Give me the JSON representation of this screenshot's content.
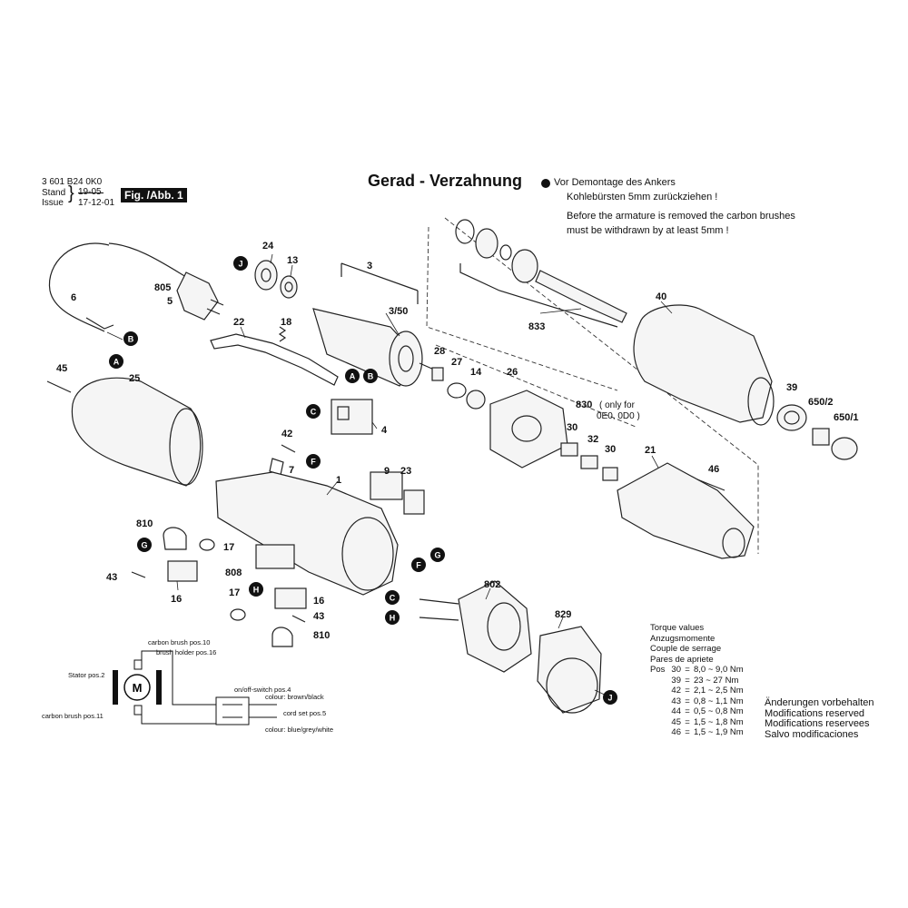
{
  "header": {
    "doc_number": "3 601 B24 0K0",
    "stand_label": "Stand",
    "issue_label": "Issue",
    "stand_date": "19-05",
    "issue_date": "17-12-01",
    "fig_label": "Fig. /Abb. 1",
    "title": "Gerad - Verzahnung"
  },
  "note": {
    "de_line1": "Vor Demontage des Ankers",
    "de_line2": "Kohlebürsten 5mm zurückziehen !",
    "en_line1": "Before the armature is removed the carbon brushes",
    "en_line2": "must be withdrawn by at least 5mm !"
  },
  "part_labels": {
    "p6": "6",
    "p805": "805",
    "p5": "5",
    "p24": "24",
    "p13": "13",
    "p3": "3",
    "p3_50": "3/50",
    "p833": "833",
    "p40": "40",
    "p22": "22",
    "p18": "18",
    "p28": "28",
    "p27": "27",
    "p14": "14",
    "p26": "26",
    "p830": "830",
    "p830_note1": "( only for",
    "p830_note2": "0E0, 0D0 )",
    "p39": "39",
    "p650_2": "650/2",
    "p650_1": "650/1",
    "p45": "45",
    "p25": "25",
    "p4": "4",
    "p42": "42",
    "p7": "7",
    "p1": "1",
    "p9": "9",
    "p23": "23",
    "p30a": "30",
    "p32": "32",
    "p30b": "30",
    "p21": "21",
    "p46": "46",
    "p810a": "810",
    "p17a": "17",
    "p43a": "43",
    "p16a": "16",
    "p808": "808",
    "p17b": "17",
    "p16b": "16",
    "p43b": "43",
    "p810b": "810",
    "p802": "802",
    "p829": "829"
  },
  "markers": [
    "A",
    "B",
    "C",
    "F",
    "G",
    "H",
    "J"
  ],
  "wiring": {
    "carbon_brush_top": "carbon brush pos.10",
    "brush_holder": "brush holder pos.16",
    "stator": "Stator pos.2",
    "motor": "M",
    "carbon_brush_bottom": "carbon brush pos.11",
    "switch": "on/off-switch pos.4",
    "colour1": "colour: brown/black",
    "cord_set": "cord set pos.5",
    "colour2": "colour: blue/grey/white"
  },
  "torque": {
    "heading1": "Torque values",
    "heading2": "Anzugsmomente",
    "heading3": "Couple de serrage",
    "heading4": "Pares de apriete",
    "pos_label": "Pos",
    "rows": [
      {
        "pos": "30",
        "value": "8,0 ~ 9,0 Nm"
      },
      {
        "pos": "39",
        "value": "23  ~ 27 Nm"
      },
      {
        "pos": "42",
        "value": "2,1 ~ 2,5 Nm"
      },
      {
        "pos": "43",
        "value": "0,8 ~ 1,1 Nm"
      },
      {
        "pos": "44",
        "value": "0,5 ~ 0,8 Nm"
      },
      {
        "pos": "45",
        "value": "1,5 ~ 1,8 Nm"
      },
      {
        "pos": "46",
        "value": "1,5 ~ 1,9 Nm"
      }
    ]
  },
  "changes": {
    "de": "Änderungen vorbehalten",
    "en": "Modifications reserved",
    "fr": "Modifications reservees",
    "es": "Salvo modificaciones"
  }
}
